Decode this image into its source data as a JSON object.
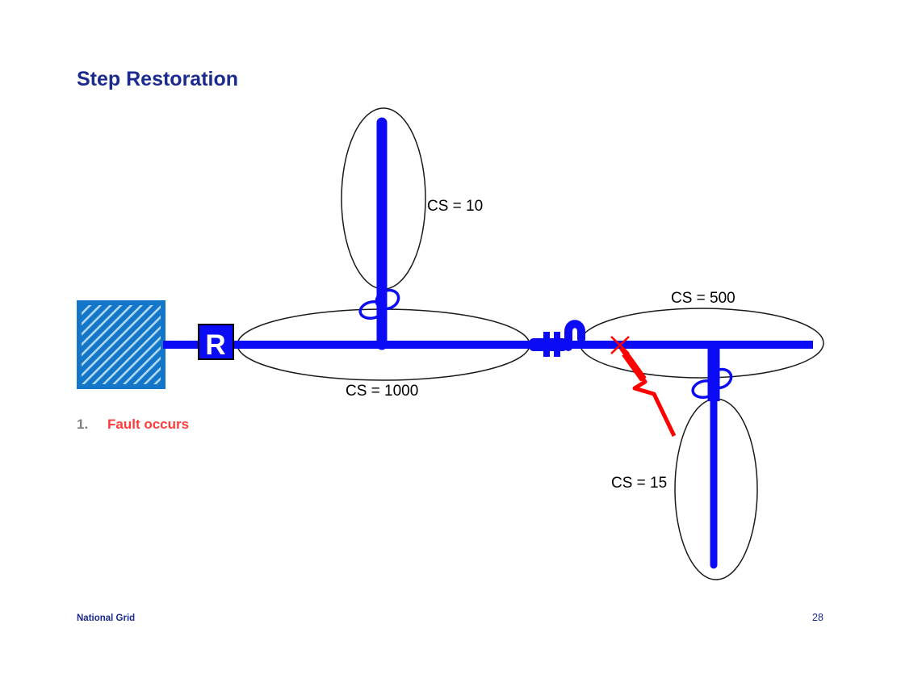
{
  "slide": {
    "title": "Step Restoration",
    "step": {
      "number": "1.",
      "text": "Fault occurs"
    },
    "footer": {
      "brand": "National Grid",
      "page": "28"
    }
  },
  "diagram": {
    "recloser": "R",
    "labels": {
      "cs10": "CS = 10",
      "cs1000": "CS = 1000",
      "cs500": "CS = 500",
      "cs15": "CS = 15"
    }
  },
  "colors": {
    "title_blue": "#1b2a8e",
    "diagram_blue": "#0b0bf5",
    "source_fill": "#1376c8",
    "hatch_light": "#b3d9f2",
    "fault_red": "#ff0000",
    "step_red": "#ff3a3a",
    "step_number_gray": "#808080"
  }
}
